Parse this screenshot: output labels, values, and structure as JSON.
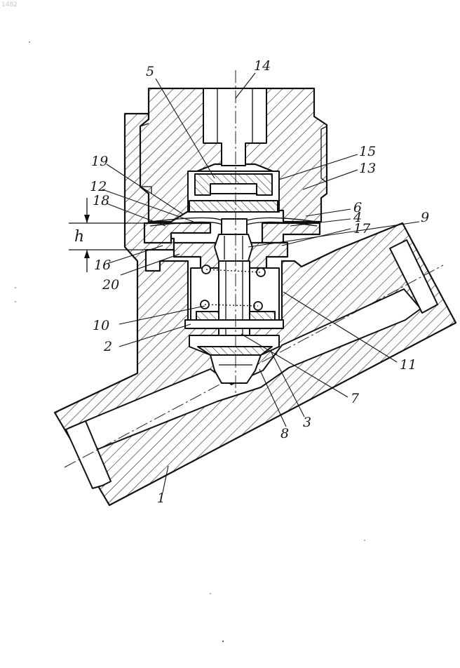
{
  "drawing": {
    "corner_stamp": "1482",
    "dimension_label": "h",
    "part_labels": {
      "p1": "1",
      "p2": "2",
      "p3": "3",
      "p4": "4",
      "p5": "5",
      "p6": "6",
      "p7": "7",
      "p8": "8",
      "p9": "9",
      "p10": "10",
      "p11": "11",
      "p12": "12",
      "p13": "13",
      "p14": "14",
      "p15": "15",
      "p16": "16",
      "p17": "17",
      "p18": "18",
      "p19": "19",
      "p20": "20"
    }
  }
}
